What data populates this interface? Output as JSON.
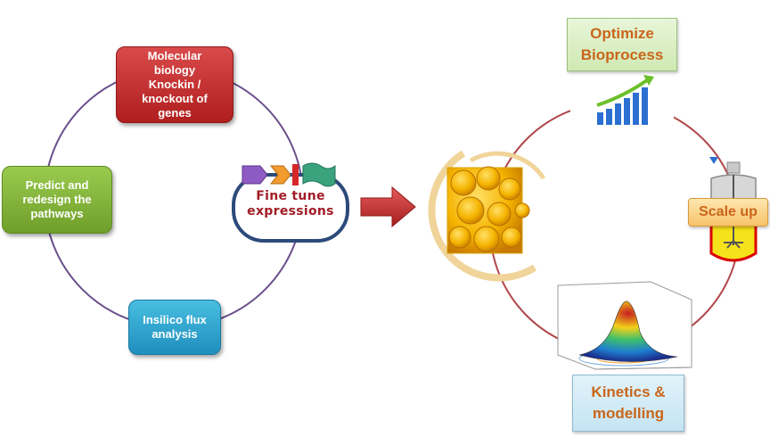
{
  "left_cycle": {
    "molecular": "Molecular\nbiology\nKnockin /\nknockout of\ngenes",
    "predict": "Predict and\nredesign the\npathways",
    "insilico": "Insilico flux\nanalysis",
    "fine_tune": "Fine tune\nexpressions"
  },
  "right_cycle": {
    "optimize": "Optimize\nBioprocess",
    "scale_up": "Scale up",
    "kinetics": "Kinetics &\nmodelling"
  },
  "colors": {
    "cycle_left": "#6b4f8c",
    "cycle_right": "#b0474a",
    "arrow": "#c62f2f",
    "plasmid": "#2c4a7a"
  }
}
